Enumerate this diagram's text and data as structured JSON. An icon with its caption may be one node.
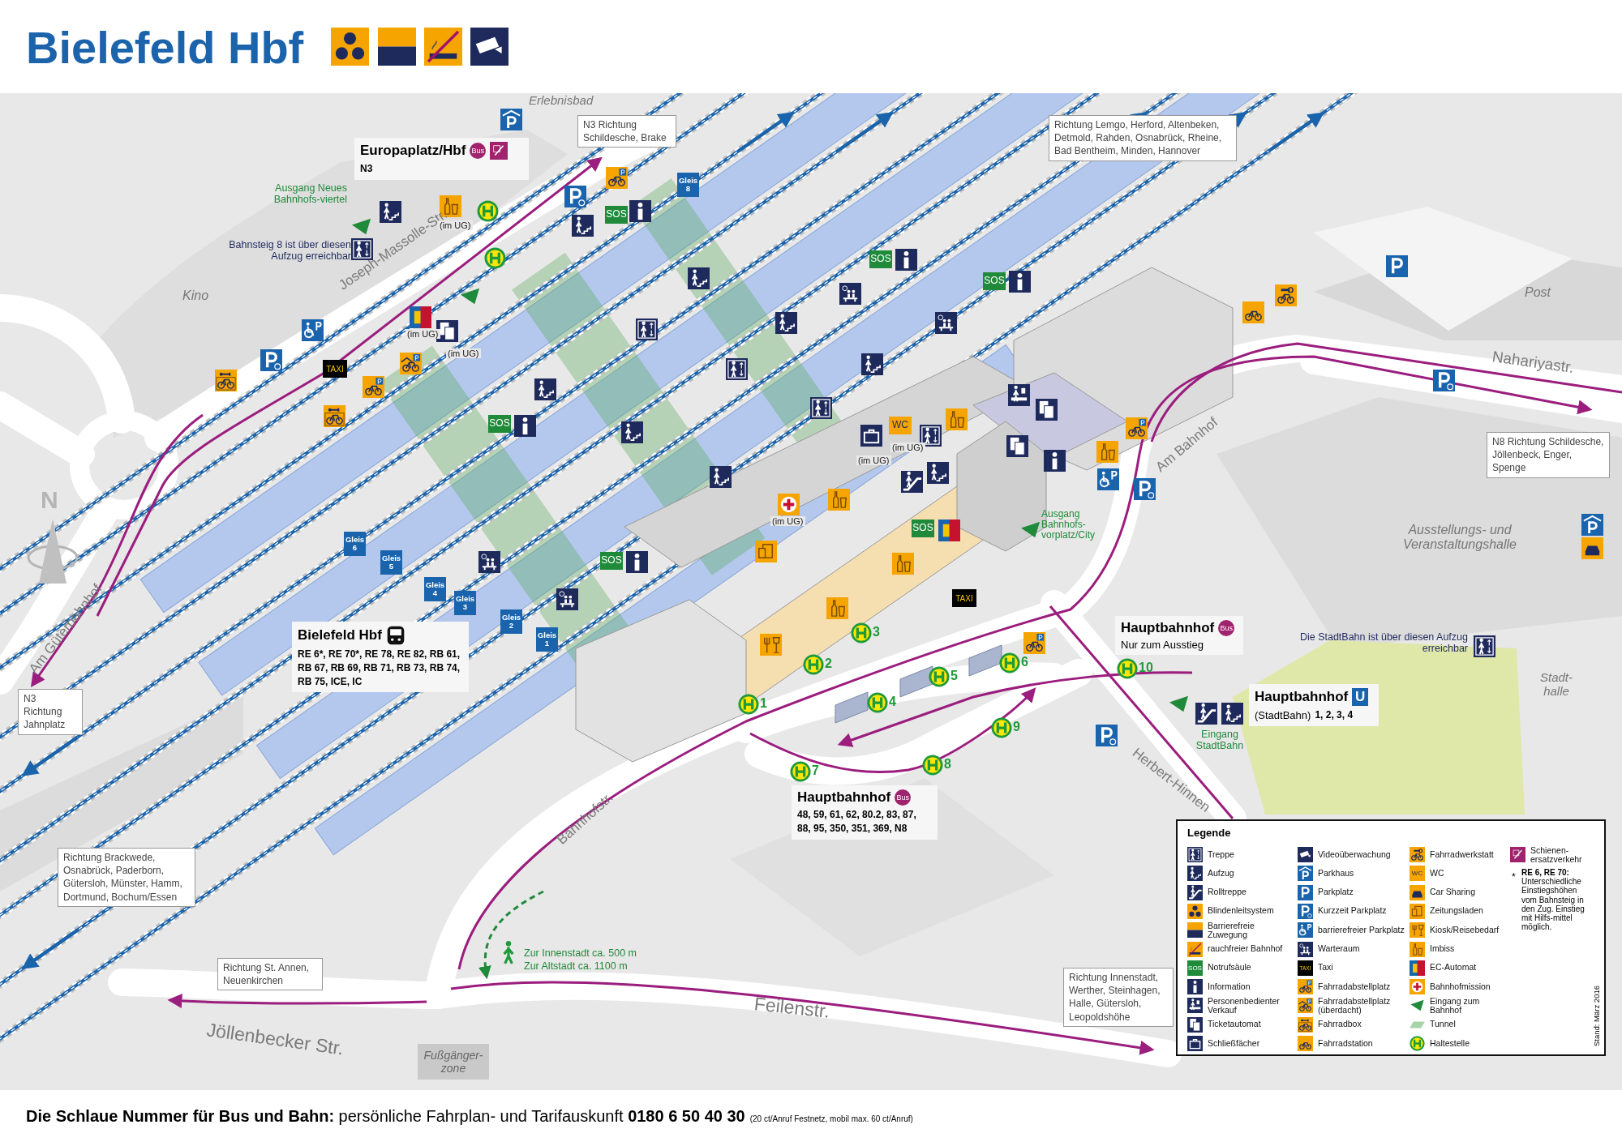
{
  "diagram": {
    "title": "Bielefeld Hbf",
    "nodes": [
      {
        "text": [
          "Europaplatz/Hbf",
          "Bus",
          "N3"
        ]
      },
      {
        "text": [
          "N3 Richtung Schildesche, Brake"
        ]
      },
      {
        "text": [
          "Richtung Lemgo, Herford, Altenbeken, Detmold, Rahden, Osnabrück, Rheine, Bad Bentheim, Minden, Hannover"
        ]
      },
      {
        "text": [
          "N8 Richtung Schildesche, Jöllenbeck, Enger, Spenge"
        ]
      },
      {
        "text": [
          "Bielefeld Hbf",
          "RE 6*, RE 70*, RE 78, RE 82, RB 61, RB 67, RB 69, RB 71, RB 73, RB 74, RB 75, ICE, IC"
        ]
      },
      {
        "text": [
          "N3 Richtung Jahnplatz"
        ]
      },
      {
        "text": [
          "Richtung Brackwede, Osnabrück, Paderborn, Gütersloh, Münster, Hamm, Dortmund, Bochum/Essen"
        ]
      },
      {
        "text": [
          "Richtung St. Annen, Neuenkirchen"
        ]
      },
      {
        "text": [
          "Richtung Innenstadt, Werther, Steinhagen, Halle, Gütersloh, Leopoldshöhe"
        ]
      },
      {
        "text": [
          "Hauptbahnhof",
          "Bus",
          "Nur zum Ausstieg"
        ]
      },
      {
        "text": [
          "Hauptbahnhof",
          "U",
          "(StadtBahn)",
          "1, 2, 3, 4"
        ]
      },
      {
        "text": [
          "Hauptbahnhof",
          "Bus",
          "48, 59, 61, 62, 80.2, 83, 87, 88, 95, 350, 351, 369, N8"
        ]
      },
      {
        "text": [
          "Fußgänger-zone"
        ]
      }
    ],
    "labels": [
      "Erlebnisbad",
      "Kino",
      "Joseph-Massolle-Str.",
      "Ausgang Neues Bahnhofs-viertel",
      "(im UG)",
      "Bahnsteig 8 ist über diesen Aufzug erreichbar",
      "(im UG)",
      "(im UG)",
      "TAXI",
      "Gleis 8",
      "SOS",
      "SOS",
      "SOS",
      "SOS",
      "WC",
      "(im UG)",
      "(im UG)",
      "(im UG)",
      "Post",
      "Nahariyastr.",
      "Am Bahnhof",
      "Ausgang Bahnhofs-vorplatz/City",
      "SOS",
      "Ausstellungs- und Veranstaltungshalle",
      "N",
      "Am Güterbahnhof",
      "Gleis 6",
      "Gleis 5",
      "Gleis 4",
      "Gleis 3",
      "Gleis 2",
      "Gleis 1",
      "SOS",
      "TAXI",
      "3",
      "2",
      "1",
      "5",
      "4",
      "6",
      "10",
      "9",
      "8",
      "7",
      "Die StadtBahn ist über diesen Aufzug erreichbar",
      "Stadt-halle",
      "Eingang StadtBahn",
      "Herbert-Hinnen",
      "Bahnhofstr.",
      "Zur Innenstadt ca. 500 m",
      "Zur Altstadt ca. 1100 m",
      "Feilenstr.",
      "Jöllenbecker Str.",
      "Legende",
      "SOS",
      "TAXI",
      "WC",
      "*",
      "**RE 6, RE 70:** Unterschiedliche Einstiegshöhen vom Bahnsteig in den Zug. Einstieg mit Hilfs-mittel möglich.",
      "Stand: März 2016",
      "**Die Schlaue Nummer für Bus und Bahn:** persönliche Fahrplan- und Tarifauskunft **0180 6 50 40 30**",
      "(20 ct/Anruf Festnetz, mobil max. 60 ct/Anruf)"
    ],
    "legend": [
      {
        "text": "Treppe"
      },
      {
        "text": "Aufzug"
      },
      {
        "text": "Rolltreppe"
      },
      {
        "text": "Blindenleitsystem"
      },
      {
        "text": "Barrierefreie Zuwegung"
      },
      {
        "text": "rauchfreier Bahnhof"
      },
      {
        "text": "Notrufsäule"
      },
      {
        "text": "Information"
      },
      {
        "text": "Personenbedienter Verkauf"
      },
      {
        "text": "Ticketautomat"
      },
      {
        "text": "Schließfächer"
      },
      {
        "text": "Videoüberwachung"
      },
      {
        "text": "Parkhaus"
      },
      {
        "text": "Parkplatz"
      },
      {
        "text": "Kurzzeit Parkplatz"
      },
      {
        "text": "barrierefreier Parkplatz"
      },
      {
        "text": "Warteraum"
      },
      {
        "text": "Taxi"
      },
      {
        "text": "Fahrradabstellplatz"
      },
      {
        "text": "Fahrradabstellplatz (überdacht)"
      },
      {
        "text": "Fahrradbox"
      },
      {
        "text": "Fahrradstation"
      },
      {
        "text": "Fahrradwerkstatt"
      },
      {
        "text": "WC"
      },
      {
        "text": "Car Sharing"
      },
      {
        "text": "Zeitungsladen"
      },
      {
        "text": "Kiosk/Reisebedarf"
      },
      {
        "text": "Imbiss"
      },
      {
        "text": "EC-Automat"
      },
      {
        "text": "Bahnhofmission"
      },
      {
        "text": "Eingang zum Bahnhof"
      },
      {
        "text": "Tunnel"
      },
      {
        "text": "Haltestelle"
      },
      {
        "text": "Schienen-ersatzverkehr"
      }
    ]
  }
}
